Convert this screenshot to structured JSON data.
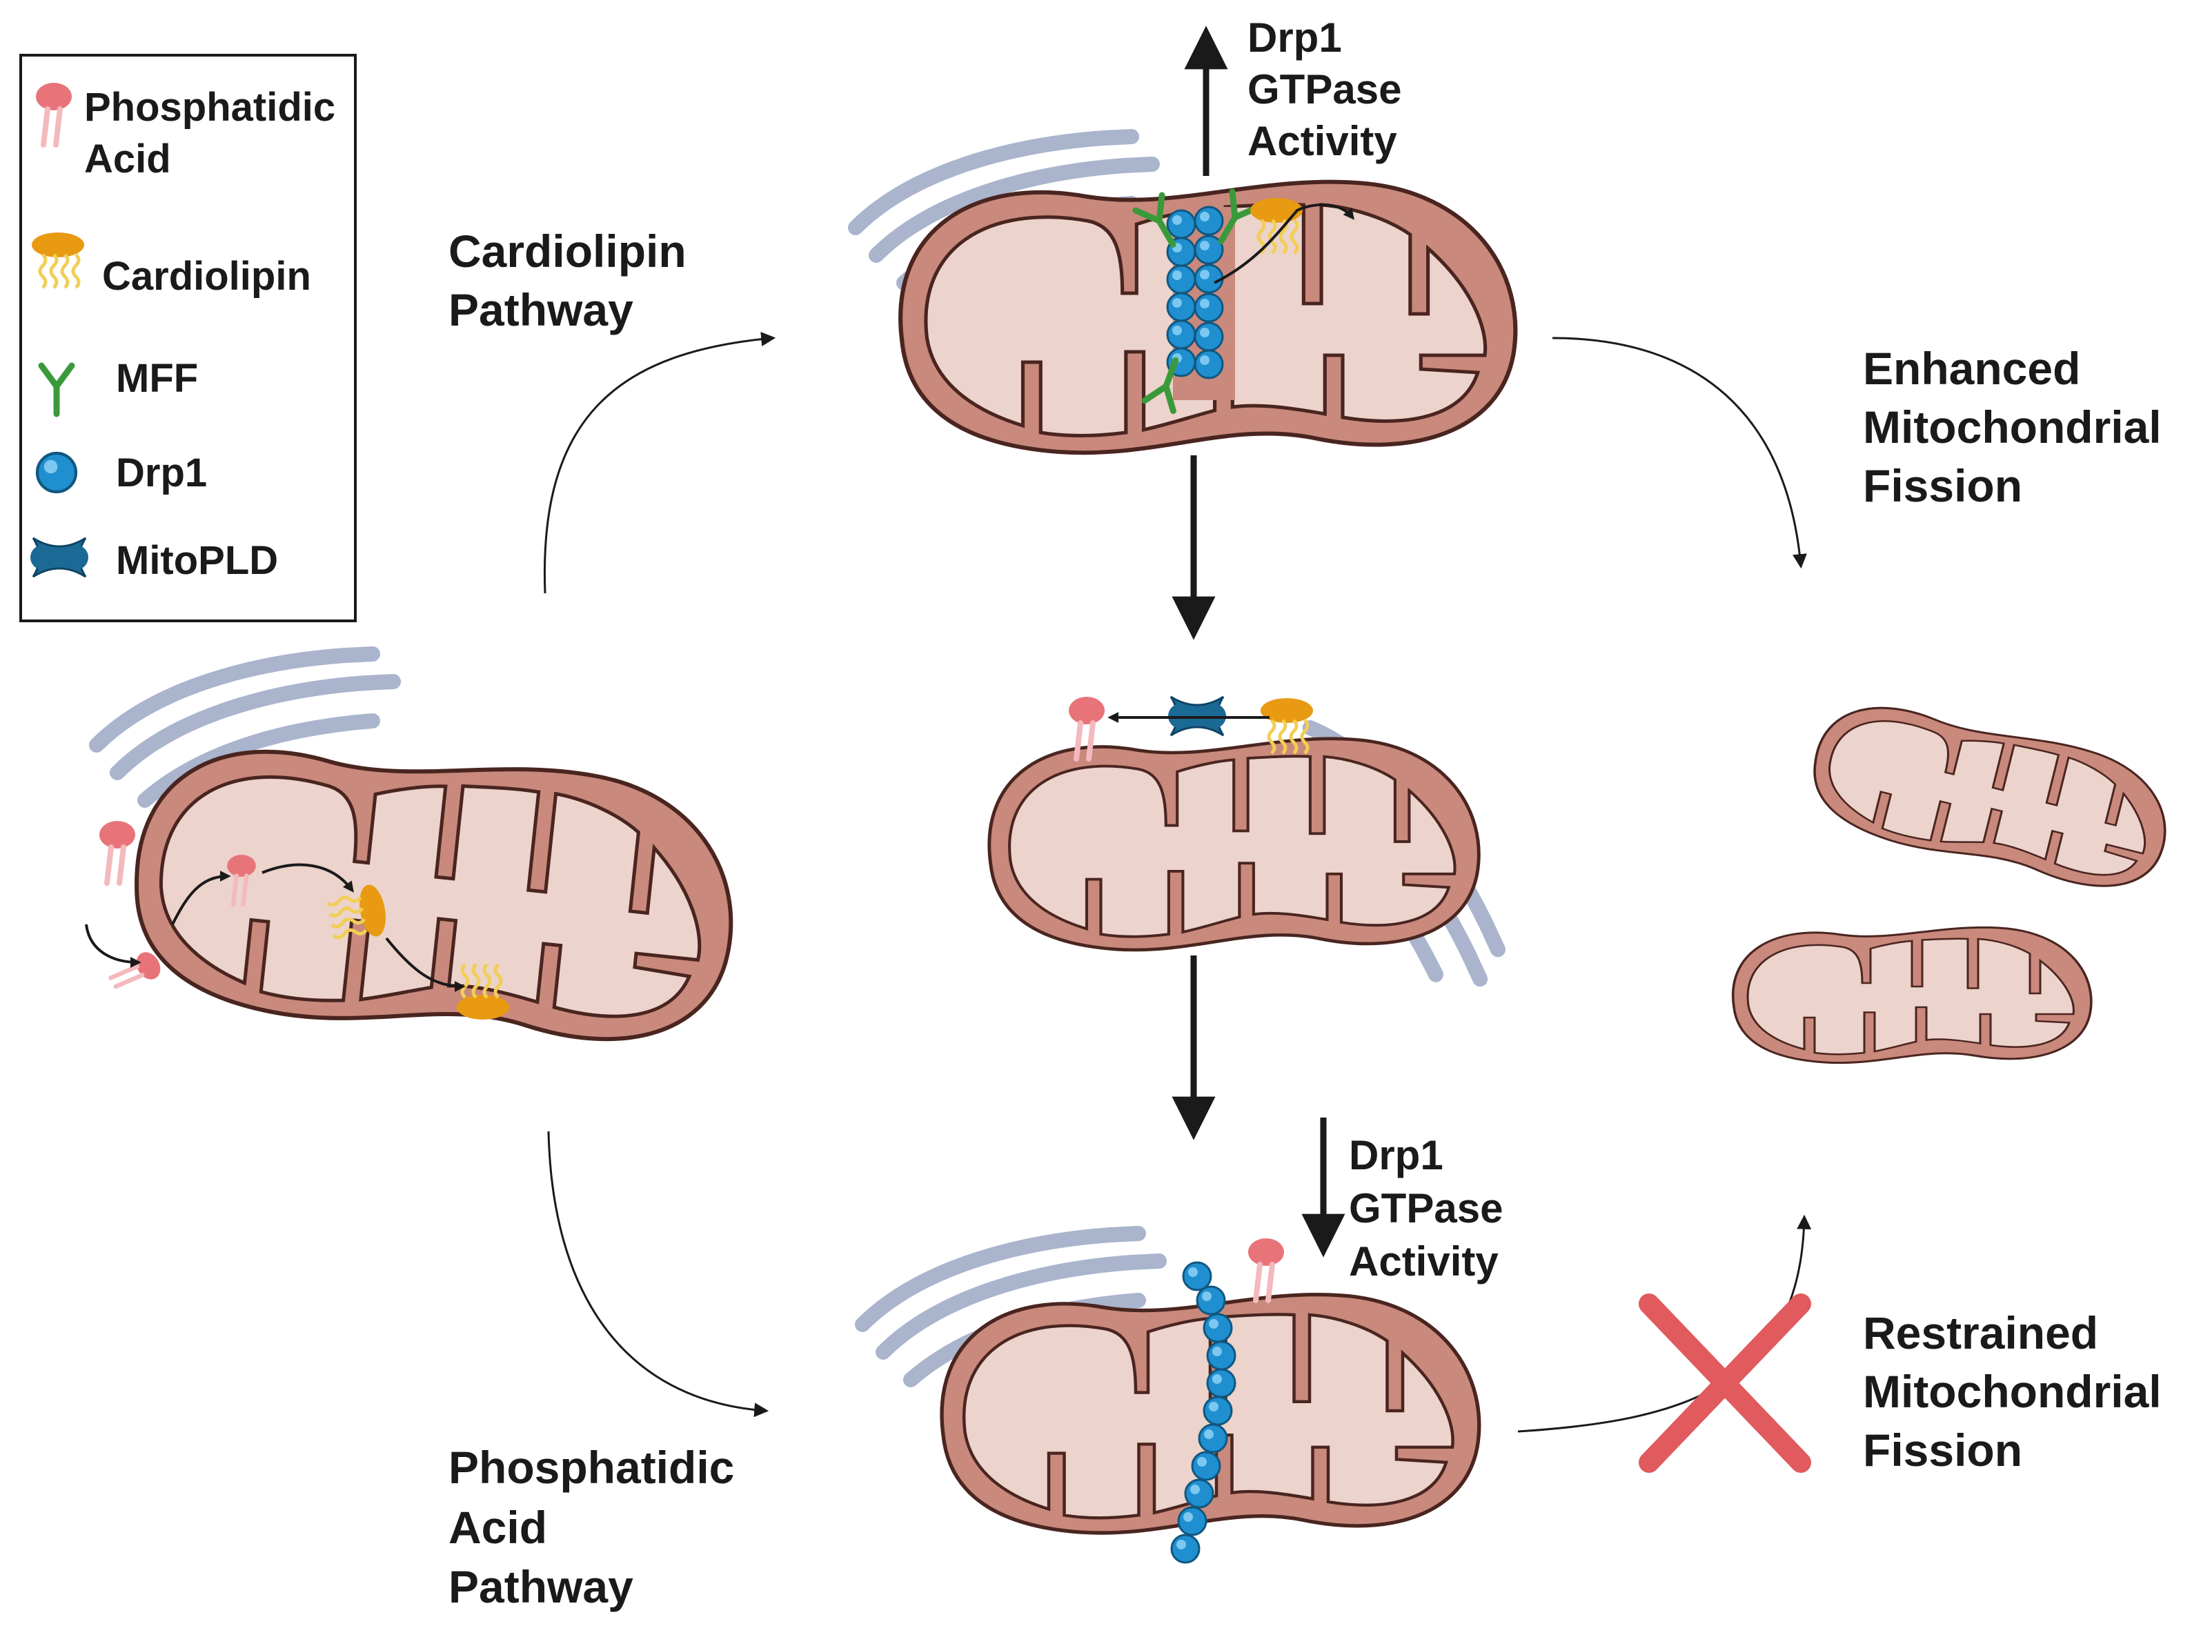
{
  "legend": {
    "items": [
      {
        "label_line1": "Phosphatidic",
        "label_line2": "Acid",
        "icon": "phosphatidic-acid-icon"
      },
      {
        "label_line1": "Cardiolipin",
        "label_line2": "",
        "icon": "cardiolipin-icon"
      },
      {
        "label_line1": "MFF",
        "label_line2": "",
        "icon": "mff-icon"
      },
      {
        "label_line1": "Drp1",
        "label_line2": "",
        "icon": "drp1-icon"
      },
      {
        "label_line1": "MitoPLD",
        "label_line2": "",
        "icon": "mitopld-icon"
      }
    ]
  },
  "pathways": {
    "cardiolipin": {
      "line1": "Cardiolipin",
      "line2": "Pathway"
    },
    "phosphatidic": {
      "line1": "Phosphatidic",
      "line2": "Acid",
      "line3": "Pathway"
    }
  },
  "gtpase_up": {
    "line1": "Drp1",
    "line2": "GTPase",
    "line3": "Activity"
  },
  "gtpase_down": {
    "line1": "Drp1",
    "line2": "GTPase",
    "line3": "Activity"
  },
  "outcomes": {
    "enhanced": {
      "line1": "Enhanced",
      "line2": "Mitochondrial",
      "line3": "Fission"
    },
    "restrained": {
      "line1": "Restrained",
      "line2": "Mitochondrial",
      "line3": "Fission"
    }
  },
  "colors": {
    "mito_outer": "#c9897c",
    "mito_inner": "#ecd3cb",
    "er": "#aab4cd",
    "phosphatidic_acid": "#e8747a",
    "cardiolipin": "#e89a12",
    "mff": "#3a9a3a",
    "drp1": "#1f8fd0",
    "mitopld": "#1b6a95",
    "cross": "#e05a5e"
  }
}
